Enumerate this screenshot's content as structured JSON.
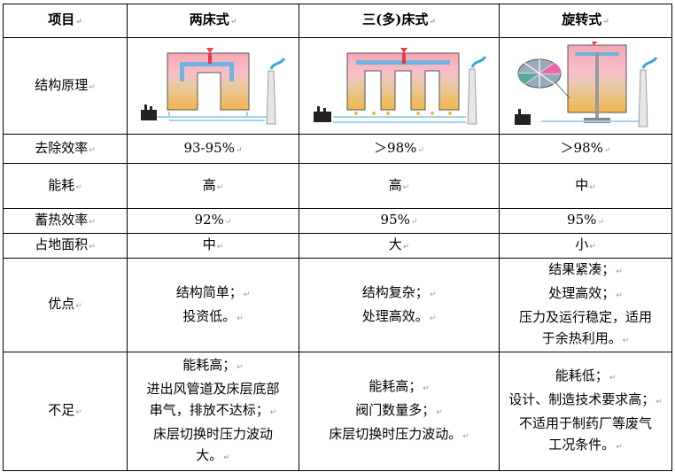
{
  "header": {
    "item": "项目",
    "col1": "两床式",
    "col2": "三(多)床式",
    "col3": "旋转式"
  },
  "para_mark": "↵",
  "rows": {
    "principle": {
      "label": "结构原理"
    },
    "efficiency": {
      "label": "去除效率",
      "c1": "93-95%",
      "c2": "＞98%",
      "c3": "＞98%"
    },
    "energy": {
      "label": "能耗",
      "c1": "高",
      "c2": "高",
      "c3": "中"
    },
    "heat": {
      "label": "蓄热效率",
      "c1": "92%",
      "c2": "95%",
      "c3": "95%"
    },
    "area": {
      "label": "占地面积",
      "c1": "中",
      "c2": "大",
      "c3": "小"
    },
    "pros": {
      "label": "优点",
      "c1": [
        "结构简单；",
        "投资低。"
      ],
      "c2": [
        "结构复杂；",
        "处理高效。"
      ],
      "c3": [
        "结果紧凑；",
        "处理高效；",
        "压力及运行稳定，适用",
        "于余热利用。"
      ]
    },
    "cons": {
      "label": "不足",
      "c1": [
        "能耗高；",
        "进出风管道及床层底部",
        "串气，排放不达标；",
        "床层切换时压力波动",
        "大。"
      ],
      "c2": [
        "能耗高；",
        "阀门数量多；",
        "床层切换时压力波动。"
      ],
      "c3": [
        "能耗低；",
        "设计、制造技术要求高；",
        "不适用于制药厂等废气",
        "工况条件。"
      ]
    }
  },
  "colors": {
    "chamber_top": "#f7a6b4",
    "chamber_mid": "#e8c9a8",
    "chamber_bottom": "#f0b74a",
    "pipe": "#9fd3ee",
    "stack": "#e6e6e6",
    "smoke": "#3ea6d6",
    "flame": "#e83a4a"
  }
}
